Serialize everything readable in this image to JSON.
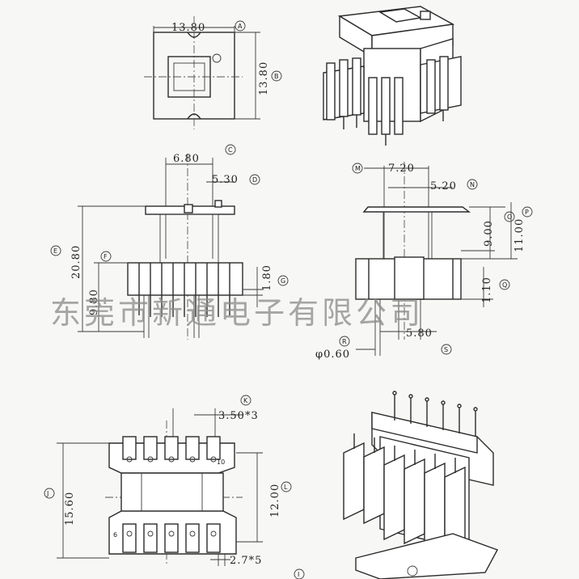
{
  "watermark": "东莞市新通电子有限公司",
  "views": {
    "top_view": {
      "dims": {
        "width": "13.80",
        "height": "13.80"
      },
      "markers": {
        "a": "A",
        "b": "B"
      }
    },
    "front_view": {
      "dims": {
        "c": "6.80",
        "d": "5.30",
        "e": "20.80",
        "f": "9.80",
        "g": "1.80"
      },
      "markers": {
        "c": "C",
        "d": "D",
        "e": "E",
        "f": "F",
        "g": "G"
      }
    },
    "side_view": {
      "dims": {
        "m": "7.20",
        "n": "5.20",
        "o": "9.00",
        "p": "11.00",
        "q": "1.10",
        "s": "5.80",
        "r": "φ0.60"
      },
      "markers": {
        "m": "M",
        "n": "N",
        "o": "O",
        "p": "P",
        "q": "Q",
        "r": "R",
        "s": "S"
      }
    },
    "bottom_view": {
      "dims": {
        "k": "3.50*3",
        "j": "15.60",
        "l": "12.00",
        "pitch": "2.7*5"
      },
      "markers": {
        "k": "K",
        "j": "J",
        "l": "L",
        "i": "I"
      },
      "pin_numbers": {
        "left": "6",
        "right": "10"
      }
    }
  }
}
